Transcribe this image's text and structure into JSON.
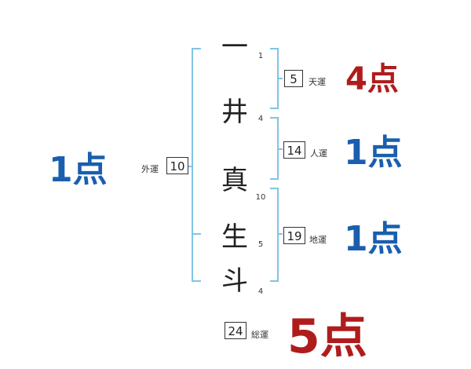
{
  "name_chars": [
    {
      "char": "一",
      "strokes": "1"
    },
    {
      "char": "井",
      "strokes": "4"
    },
    {
      "char": "真",
      "strokes": "10"
    },
    {
      "char": "生",
      "strokes": "5"
    },
    {
      "char": "斗",
      "strokes": "4"
    }
  ],
  "fortunes": {
    "tenkaku": {
      "value": "5",
      "label": "天運",
      "score": "4点"
    },
    "jinkaku": {
      "value": "14",
      "label": "人運",
      "score": "1点"
    },
    "chikaku": {
      "value": "19",
      "label": "地運",
      "score": "1点"
    },
    "gaikaku": {
      "value": "10",
      "label": "外運",
      "score": "1点"
    },
    "soukaku": {
      "value": "24",
      "label": "総運",
      "score": "5点"
    }
  },
  "colors": {
    "bracket": "#7fc4e6",
    "score_good": "#b01c1c",
    "score_bad": "#1a5fae"
  }
}
